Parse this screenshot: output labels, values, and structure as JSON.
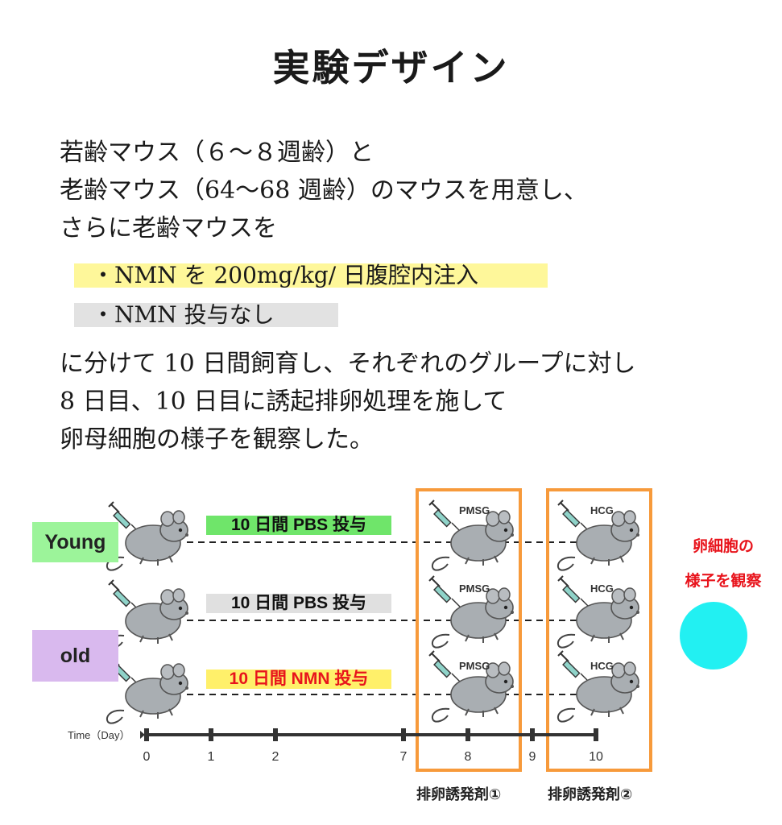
{
  "title": "実験デザイン",
  "intro": {
    "line1": "若齢マウス（６～８週齢）と",
    "line2": "老齢マウス（64～68 週齢）のマウスを用意し、",
    "line3": "さらに老齢マウスを"
  },
  "options": {
    "nmn": "・NMN を 200mg/kg/ 日腹腔内注入",
    "none": "・NMN 投与なし"
  },
  "body": {
    "line1": "に分けて 10 日間飼育し、それぞれのグループに対し",
    "line2": "8 日目、10 日目に誘起排卵処理を施して",
    "line3": "卵母細胞の様子を観察した。"
  },
  "diagram": {
    "groups": {
      "young": "Young",
      "old": "old"
    },
    "treatments": [
      {
        "label": "10 日間 PBS 投与",
        "color": "#6fe56a"
      },
      {
        "label": "10 日間 PBS 投与",
        "color": "#e0e0e0"
      },
      {
        "label": "10 日間 NMN 投与",
        "color": "#fff06a"
      }
    ],
    "drug1": "PMSG",
    "drug2": "HCG",
    "observe": {
      "line1": "卵細胞の",
      "line2": "様子を観察"
    },
    "timeline": {
      "label": "Time（Day）",
      "ticks": [
        "0",
        "1",
        "2",
        "7",
        "8",
        "9",
        "10"
      ]
    },
    "agents": {
      "first": "排卵誘発剤①",
      "second": "排卵誘発剤②"
    },
    "colors": {
      "highlight_box": "#f79a3b",
      "oocyte": "#22f0f2",
      "observe_text": "#e8141c"
    }
  }
}
